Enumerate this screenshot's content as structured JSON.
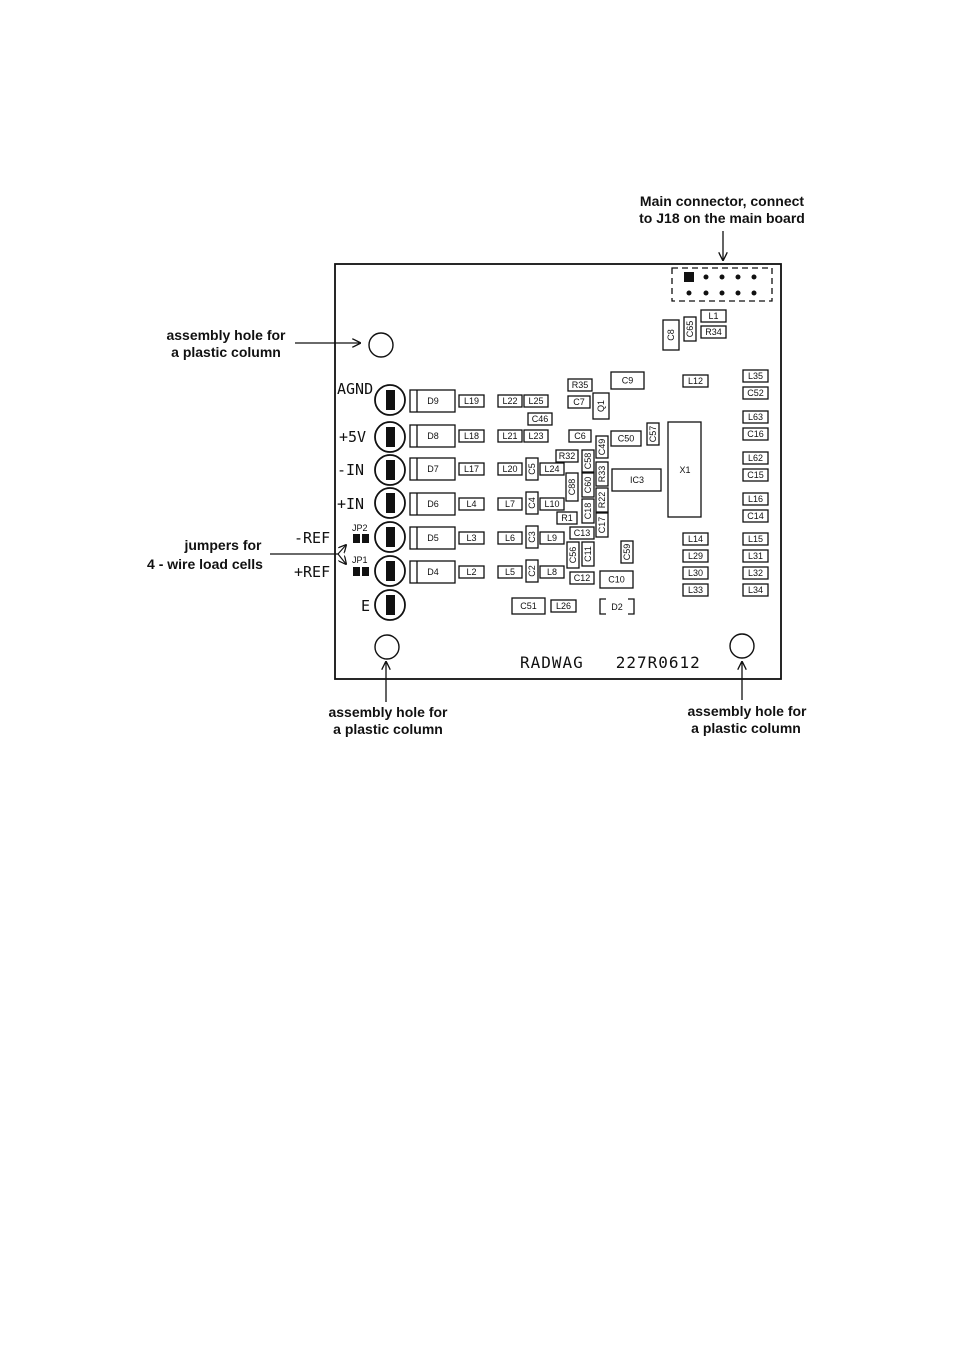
{
  "callouts": {
    "main_connector": [
      "Main connector, connect",
      "to J18 on the main board"
    ],
    "hole_top_left": [
      "assembly hole for",
      "a plastic column"
    ],
    "jumpers": [
      "jumpers for",
      "4 - wire load cells"
    ],
    "hole_bottom_left": [
      "assembly hole for",
      "a plastic column"
    ],
    "hole_bottom_right": [
      "assembly hole for",
      "a plastic column"
    ]
  },
  "terminal_labels": [
    "AGND",
    "+5V",
    "-IN",
    "+IN",
    "-REF",
    "+REF",
    "E"
  ],
  "jumpers": [
    "JP2",
    "JP1"
  ],
  "diodes": [
    "D9",
    "D8",
    "D7",
    "D6",
    "D5",
    "D4"
  ],
  "inductors_left": [
    "L19",
    "L18",
    "L17",
    "L4",
    "L3",
    "L2"
  ],
  "components": {
    "L22": "L22",
    "L25": "L25",
    "C46": "C46",
    "L21": "L21",
    "L23": "L23",
    "L20": "L20",
    "C5": "C5",
    "L24": "L24",
    "L7": "L7",
    "C4": "C4",
    "L10": "L10",
    "L6": "L6",
    "C3": "C3",
    "L9": "L9",
    "L5": "L5",
    "C2": "C2",
    "L8": "L8",
    "R35": "R35",
    "C7": "C7",
    "Q1": "Q1",
    "C9": "C9",
    "C6": "C6",
    "C50": "C50",
    "C49": "C49",
    "C57": "C57",
    "R32": "R32",
    "C58": "C58",
    "C60": "C60",
    "R33": "R33",
    "C88": "C88",
    "R22": "R22",
    "C18": "C18",
    "C17": "C17",
    "R1": "R1",
    "C13": "C13",
    "IC3": "IC3",
    "C56": "C56",
    "C11": "C11",
    "C59": "C59",
    "C12": "C12",
    "C10": "C10",
    "C51": "C51",
    "L26": "L26",
    "D2": "D2",
    "X1": "X1",
    "L12": "L12",
    "L1": "L1",
    "R34": "R34",
    "C65": "C65",
    "C8": "C8",
    "L14": "L14",
    "L29": "L29",
    "L30": "L30",
    "L33": "L33"
  },
  "right_column": [
    "L35",
    "C52",
    "L63",
    "C16",
    "L62",
    "C15",
    "L16",
    "C14",
    "L15",
    "L31",
    "L32",
    "L34"
  ],
  "board_marking": "RADWAG   227R0612",
  "colors": {
    "ink": "#111111",
    "background": "#ffffff"
  }
}
